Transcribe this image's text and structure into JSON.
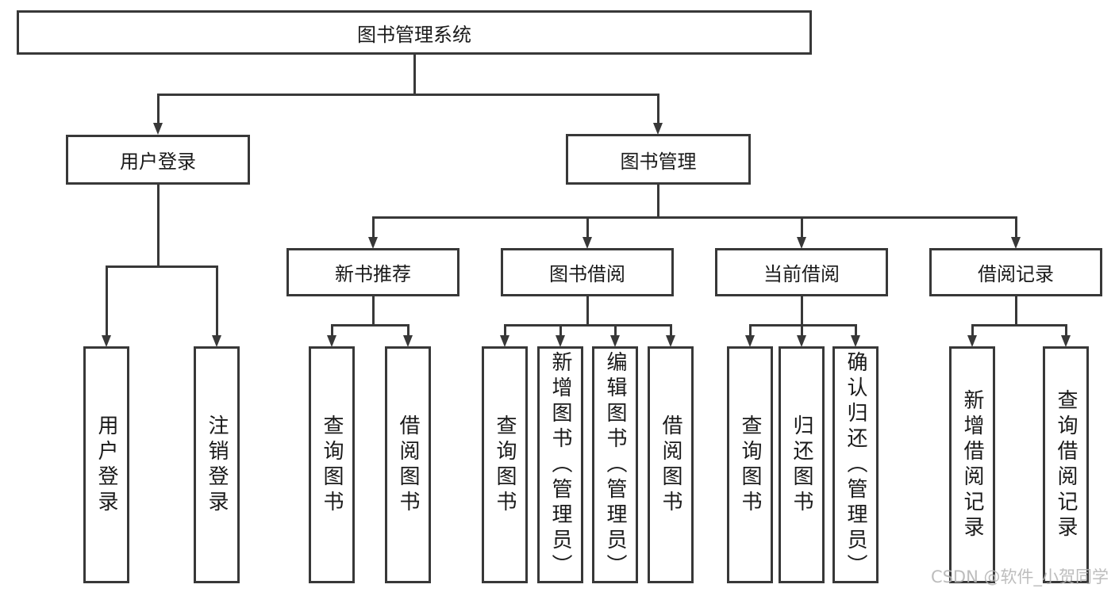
{
  "diagram": {
    "root": "图书管理系统",
    "level2": {
      "user_login": "用户登录",
      "book_management": "图书管理"
    },
    "level3": {
      "new_book_recommend": "新书推荐",
      "book_borrowing": "图书借阅",
      "current_borrowing": "当前借阅",
      "borrowing_records": "借阅记录"
    },
    "leaves": {
      "user_login": "用户登录",
      "logout": "注销登录",
      "nbr_query_books": "查询图书",
      "nbr_borrow_books": "借阅图书",
      "bb_query_books": "查询图书",
      "bb_add_books_admin": "新增图书（管理员）",
      "bb_edit_books_admin": "编辑图书（管理员）",
      "bb_borrow_books": "借阅图书",
      "cb_query_books": "查询图书",
      "cb_return_books": "归还图书",
      "cb_confirm_return_admin": "确认归还（管理员）",
      "br_add_record": "新增借阅记录",
      "br_query_record": "查询借阅记录"
    }
  },
  "watermark": "CSDN @软件_小贺同学",
  "colors": {
    "line": "#383838",
    "text": "#1a1a1a",
    "background": "#ffffff"
  }
}
